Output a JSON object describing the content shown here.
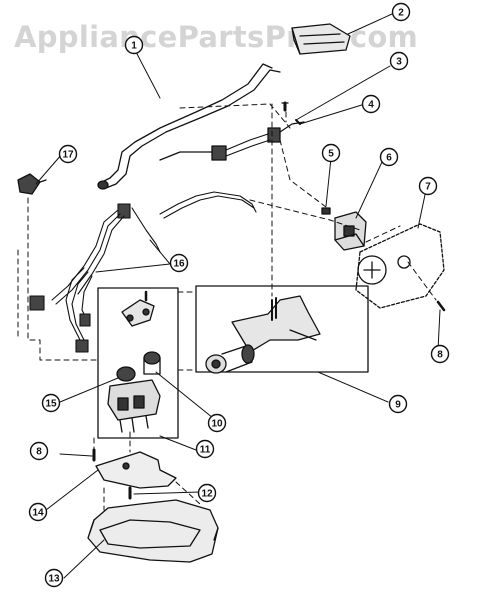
{
  "watermark": "AppliancePartsPros.com",
  "callouts": [
    "1",
    "2",
    "3",
    "4",
    "5",
    "6",
    "7",
    "8",
    "9",
    "10",
    "11",
    "12",
    "13",
    "14",
    "15",
    "16",
    "17"
  ]
}
